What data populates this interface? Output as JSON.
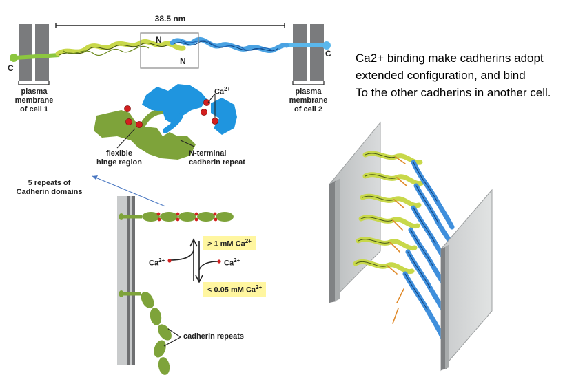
{
  "top_panel": {
    "distance": "38.5 nm",
    "n_label_1": "N",
    "n_label_2": "N",
    "c_label_left": "C",
    "c_label_right": "C",
    "membrane1": [
      "plasma",
      "membrane",
      "of cell 1"
    ],
    "membrane2": [
      "plasma",
      "membrane",
      "of cell 2"
    ]
  },
  "binding_panel": {
    "ca_label": "Ca",
    "ca_sup": "2+",
    "hinge": [
      "flexible",
      "hinge region"
    ],
    "nterm": [
      "N-terminal",
      "cadherin repeat"
    ]
  },
  "calcium_panel": {
    "repeats_label": [
      "5 repeats of",
      "Cadherin domains"
    ],
    "high_ca": "> 1 mM Ca",
    "low_ca": "< 0.05 mM Ca",
    "sup": "2+",
    "ca_left": "Ca",
    "ca_right": "Ca",
    "cadherin_repeats": "cadherin repeats"
  },
  "caption": {
    "line1": "Ca2+  binding make cadherins adopt",
    "line2": "extended configuration, and bind",
    "line3": "To the other cadherins in another cell."
  },
  "colors": {
    "membrane_gray": "#7a7b7d",
    "cadherin_green": "#7ea33a",
    "cadherin_blue": "#2f9ae0",
    "calcium_red": "#d21f1f",
    "highlight_yellow": "#fff6a0"
  }
}
